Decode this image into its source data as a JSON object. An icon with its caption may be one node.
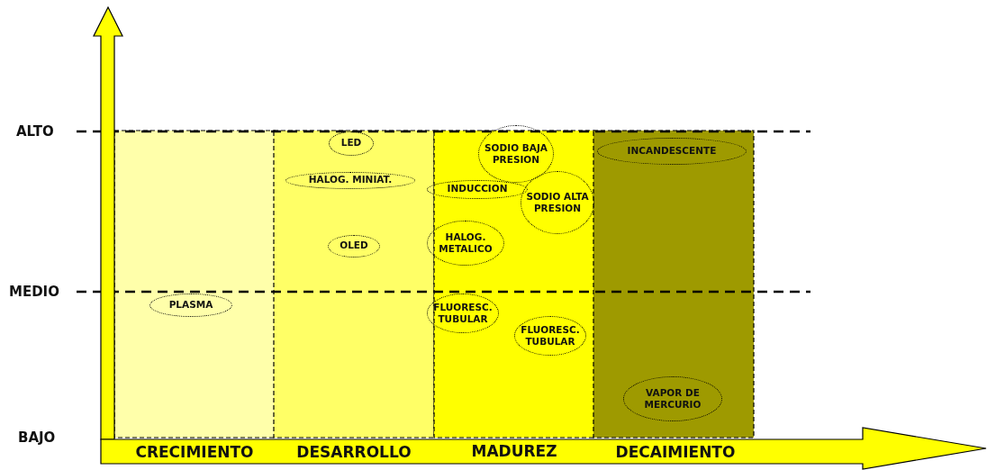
{
  "diagram": {
    "nodes": [
      {
        "text": [
          "LED"
        ]
      },
      {
        "text": [
          "SODIO BAJA PRESION"
        ]
      },
      {
        "text": [
          "INCANDESCENTE"
        ]
      },
      {
        "text": [
          "HALOG. MINIAT."
        ]
      },
      {
        "text": [
          "INDUCCION"
        ]
      },
      {
        "text": [
          "SODIO ALTA PRESION"
        ]
      },
      {
        "text": [
          "HALOG. METALICO"
        ]
      },
      {
        "text": [
          "OLED"
        ]
      },
      {
        "text": [
          "PLASMA"
        ]
      },
      {
        "text": [
          "FLUORESC. TUBULAR"
        ]
      },
      {
        "text": [
          "FLUORESC. TUBULAR"
        ]
      },
      {
        "text": [
          "VAPOR DE MERCURIO"
        ]
      }
    ],
    "labels": [
      "ALTO",
      "MEDIO",
      "BAJO",
      "CRECIMIENTO",
      "DESARROLLO",
      "MADUREZ",
      "DECAIMIENTO"
    ]
  }
}
